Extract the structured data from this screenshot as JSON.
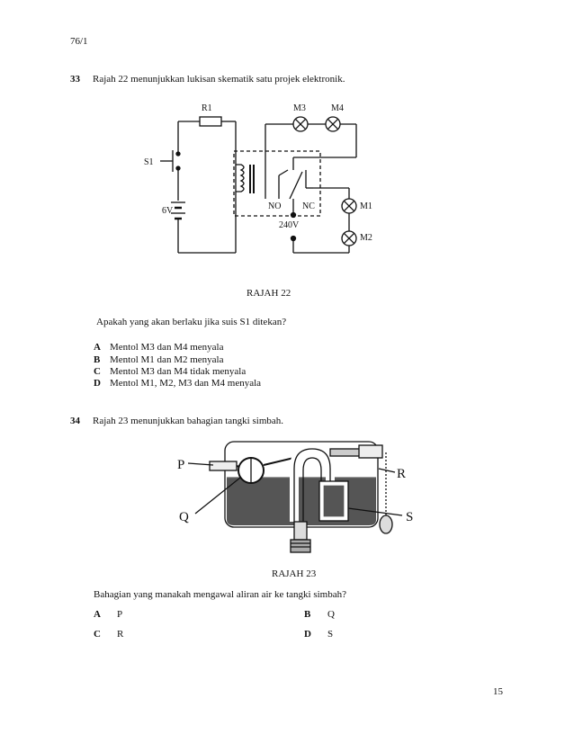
{
  "header": {
    "code": "76/1"
  },
  "q33": {
    "number": "33",
    "stem": "Rajah 22 menunjukkan lukisan skematik satu projek elektronik.",
    "figure": {
      "labels": {
        "r1": "R1",
        "m3": "M3",
        "m4": "M4",
        "s1": "S1",
        "v6": "6V",
        "no": "NO",
        "nc": "NC",
        "m1": "M1",
        "m2": "M2",
        "v240": "240V"
      },
      "caption": "RAJAH 22"
    },
    "question": "Apakah yang akan berlaku jika suis S1 ditekan?",
    "options": [
      {
        "letter": "A",
        "text": "Mentol M3 dan M4 menyala"
      },
      {
        "letter": "B",
        "text": "Mentol M1 dan M2 menyala"
      },
      {
        "letter": "C",
        "text": "Mentol M3 dan M4 tidak menyala"
      },
      {
        "letter": "D",
        "text": "Mentol M1, M2, M3 dan M4 menyala"
      }
    ]
  },
  "q34": {
    "number": "34",
    "stem": "Rajah 23 menunjukkan bahagian tangki simbah.",
    "figure": {
      "labels": {
        "p": "P",
        "q": "Q",
        "r": "R",
        "s": "S"
      },
      "caption": "RAJAH 23"
    },
    "question": "Bahagian yang manakah mengawal aliran air ke tangki simbah?",
    "options": [
      {
        "letter": "A",
        "text": "P"
      },
      {
        "letter": "B",
        "text": "Q"
      },
      {
        "letter": "C",
        "text": "R"
      },
      {
        "letter": "D",
        "text": "S"
      }
    ]
  },
  "footer": {
    "page_number": "15"
  }
}
